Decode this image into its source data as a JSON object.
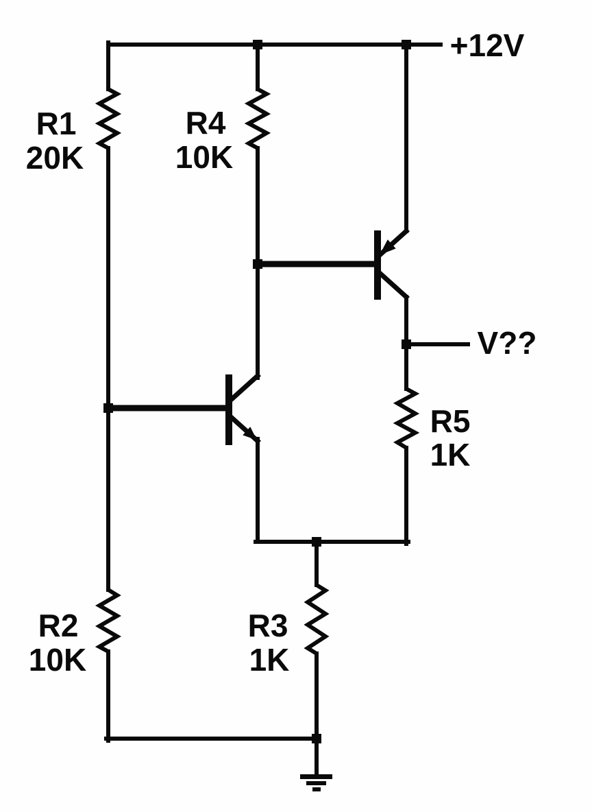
{
  "colors": {
    "ink": "#0a0a0a",
    "background": "#fefefe"
  },
  "power_rail": {
    "label": "+12V"
  },
  "output_node": {
    "label": "V??"
  },
  "resistors": [
    {
      "name": "R1",
      "value": "20K"
    },
    {
      "name": "R2",
      "value": "10K"
    },
    {
      "name": "R3",
      "value": "1K"
    },
    {
      "name": "R4",
      "value": "10K"
    },
    {
      "name": "R5",
      "value": "1K"
    }
  ],
  "symbols": {
    "transistor_q1": "npn-bjt-arrow-pointing-out",
    "transistor_q2": "pnp-bjt-arrow-pointing-in",
    "ground": "earth-ground-three-bars",
    "junction": "filled-square-dot"
  }
}
